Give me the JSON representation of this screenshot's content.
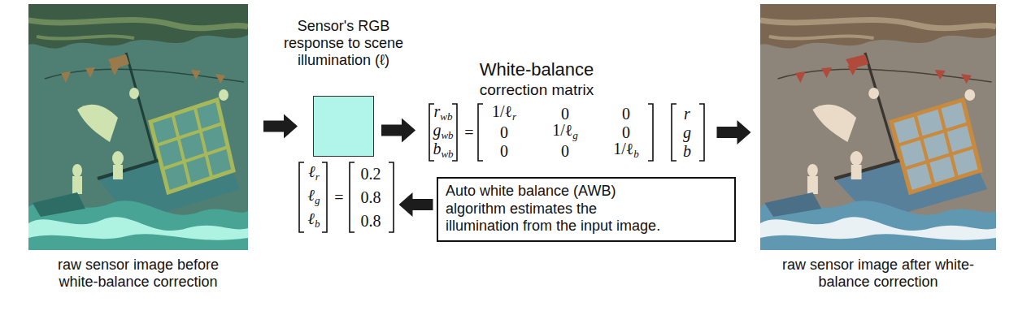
{
  "diagram": {
    "nodes": [
      {
        "text": [
          "raw sensor image before white-balance correction"
        ]
      },
      {
        "text": [
          "Sensor's RGB response to scene illumination (ℓ)"
        ]
      },
      {
        "text": [
          "White-balance",
          "correction matrix",
          "r",
          "wb",
          "g",
          "wb",
          "b",
          "wb",
          "=",
          "1/ℓ",
          "r",
          "0",
          "0",
          "0",
          "1/ℓ",
          "g",
          "0",
          "0",
          "0",
          "1/ℓ",
          "b",
          "r",
          "g",
          "b"
        ]
      },
      {
        "text": [
          "raw sensor image after white-balance correction"
        ]
      },
      {
        "text": [
          "ℓ",
          "r",
          "ℓ",
          "g",
          "ℓ",
          "b",
          "=",
          "0.2",
          "0.8",
          "0.8"
        ]
      },
      {
        "text": [
          "Auto white balance (AWB) algorithm estimates the illumination from the input image."
        ]
      }
    ],
    "edges": [
      {
        "from": 0,
        "to": 1,
        "arrow": "to"
      },
      {
        "from": 1,
        "to": 2,
        "arrow": "to"
      },
      {
        "from": 2,
        "to": 3,
        "arrow": "to"
      },
      {
        "from": 5,
        "to": 4,
        "arrow": "to"
      }
    ]
  }
}
